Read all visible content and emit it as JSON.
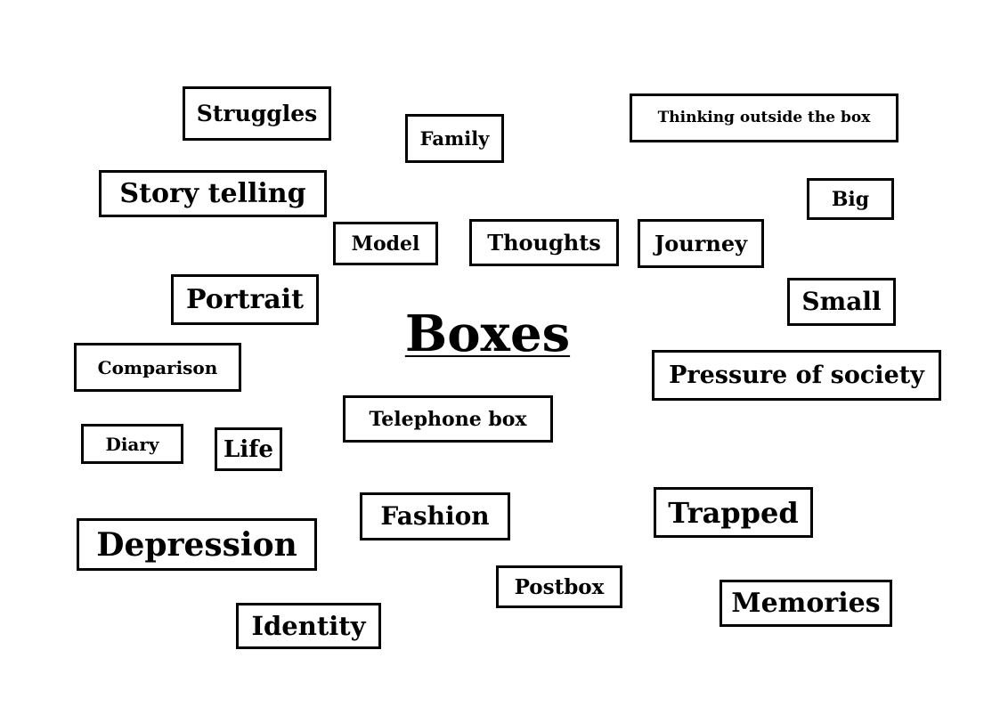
{
  "title": "Boxes",
  "words": {
    "struggles": "Struggles",
    "family": "Family",
    "thinking_outside": "Thinking outside the box",
    "story_telling": "Story telling",
    "big": "Big",
    "model": "Model",
    "thoughts": "Thoughts",
    "journey": "Journey",
    "portrait": "Portrait",
    "small": "Small",
    "comparison": "Comparison",
    "pressure_of_society": "Pressure of society",
    "telephone_box": "Telephone box",
    "diary": "Diary",
    "life": "Life",
    "fashion": "Fashion",
    "trapped": "Trapped",
    "depression": "Depression",
    "postbox": "Postbox",
    "memories": "Memories",
    "identity": "Identity"
  }
}
